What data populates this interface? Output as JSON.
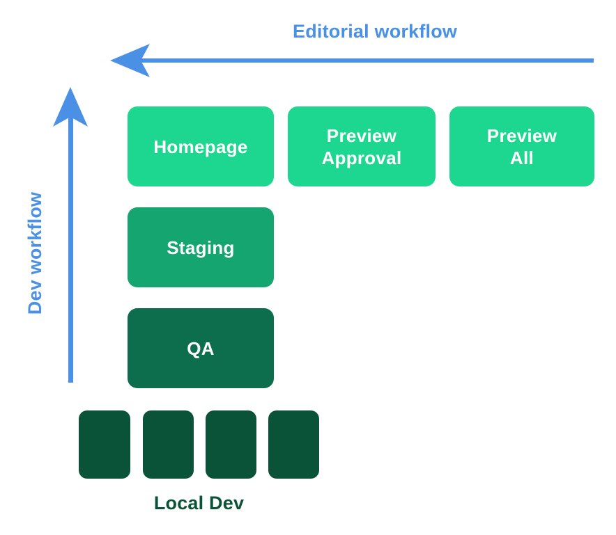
{
  "colors": {
    "blue": "#4a91e5",
    "green_light": "#1dd68f",
    "green_medium": "#14a571",
    "green_dark": "#0c6e4c",
    "green_darkest": "#0a5238",
    "node_text": "#ffffff",
    "background": "#ffffff"
  },
  "axes": {
    "editorial": {
      "label": "Editorial workflow",
      "direction": "right-to-left"
    },
    "dev": {
      "label": "Dev workflow",
      "direction": "bottom-to-top"
    }
  },
  "nodes": {
    "homepage": {
      "label": "Homepage",
      "color": "#1dd68f"
    },
    "preview_approval": {
      "label": "Preview Approval",
      "lines": [
        "Preview",
        "Approval"
      ],
      "color": "#1dd68f"
    },
    "preview_all": {
      "label": "Preview All",
      "lines": [
        "Preview",
        "All"
      ],
      "color": "#1dd68f"
    },
    "staging": {
      "label": "Staging",
      "color": "#14a571"
    },
    "qa": {
      "label": "QA",
      "color": "#0c6e4c"
    }
  },
  "local_dev": {
    "label": "Local Dev",
    "box_count": 4,
    "color": "#0a5238",
    "label_color": "#0a5238"
  }
}
